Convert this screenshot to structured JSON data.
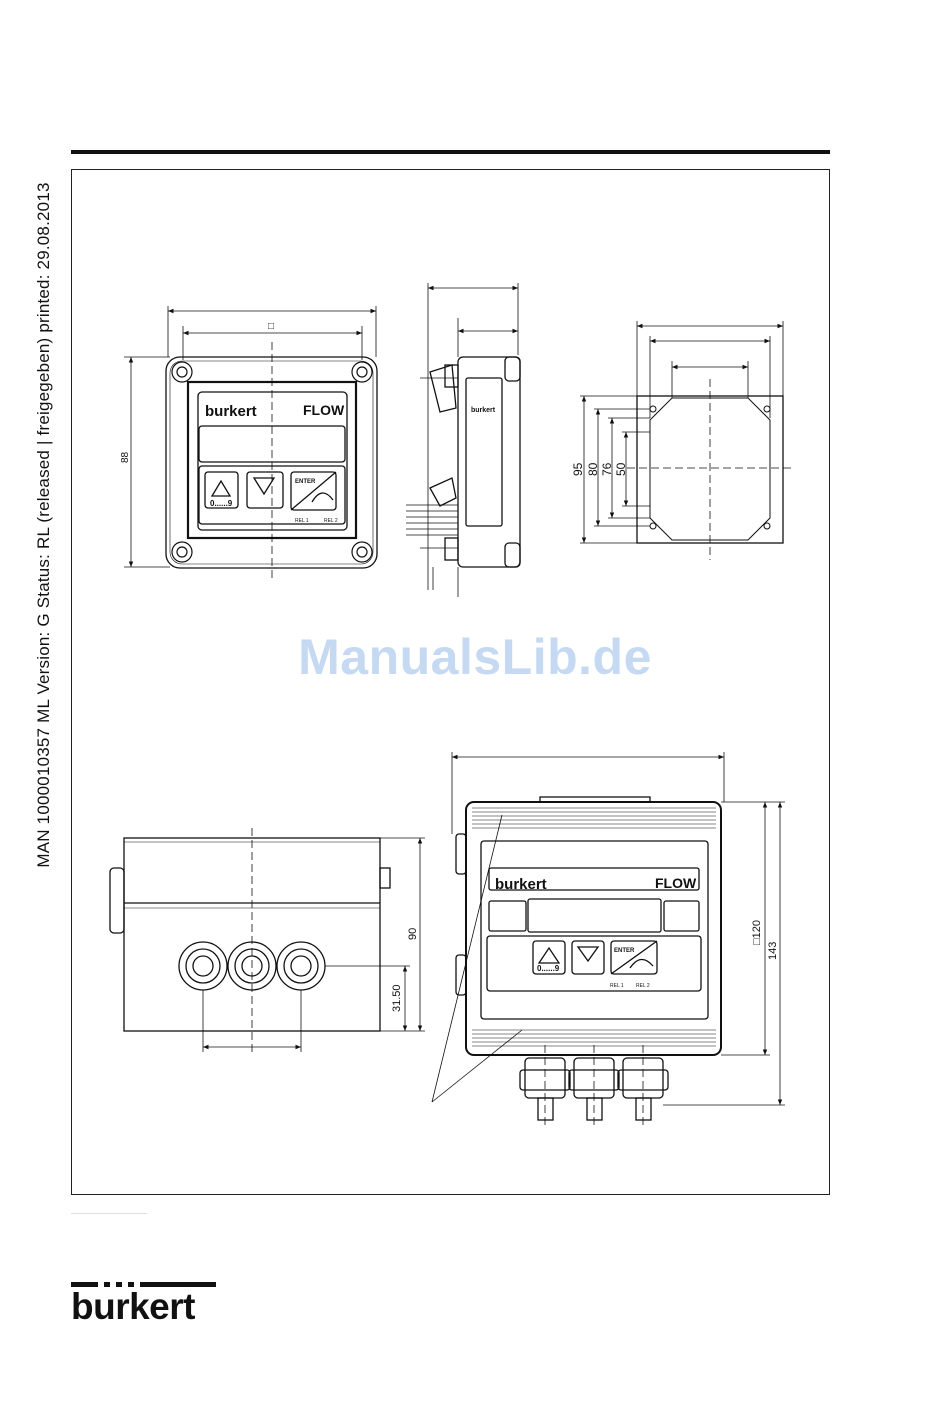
{
  "side_header": "MAN  1000010357  ML  Version: G  Status: RL (released | freigegeben)  printed: 29.08.2013",
  "watermark": "ManualsLib.de",
  "logo": {
    "text": "burkert"
  },
  "front_view": {
    "square_label": "□",
    "height_label": "88",
    "brand_label": "burkert",
    "product_label": "FLOW",
    "enter_label": "ENTER",
    "digits_label": "0......9",
    "rel1_label": "REL 1",
    "rel2_label": "REL 2"
  },
  "side_view": {
    "brand_label": "burkert"
  },
  "cutout_view": {
    "dim_labels": [
      "95",
      "80",
      "76",
      "50"
    ]
  },
  "bottom_view": {
    "height_label": "90",
    "offset_label": "31.50"
  },
  "wall_view": {
    "square_label": "□120",
    "height_label": "143",
    "brand_label": "burkert",
    "product_label": "FLOW",
    "enter_label": "ENTER",
    "digits_label": "0......9",
    "rel1_label": "REL 1",
    "rel2_label": "REL 2"
  }
}
